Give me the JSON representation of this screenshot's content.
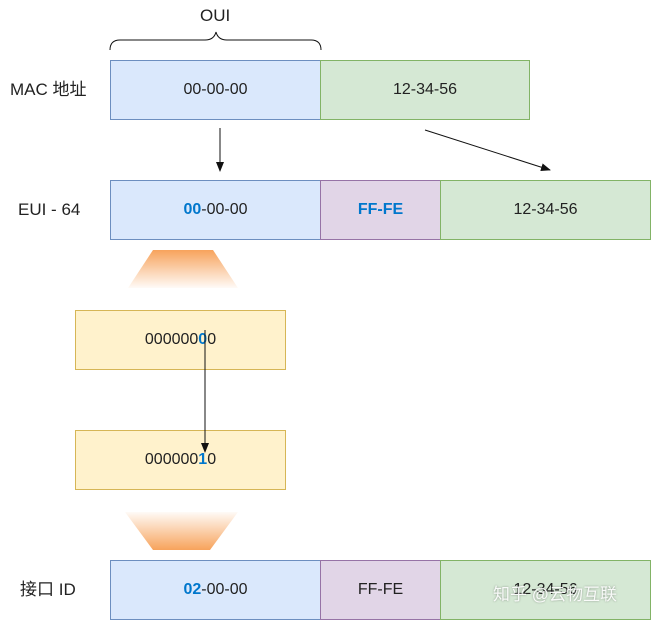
{
  "oui_label": "OUI",
  "rows": {
    "mac": {
      "label": "MAC 地址",
      "oui": "00-00-00",
      "nic": "12-34-56"
    },
    "eui64": {
      "label": "EUI - 64",
      "oui_highlight": "00",
      "oui_rest": "-00-00",
      "insert": "FF-FE",
      "nic": "12-34-56"
    },
    "interface_id": {
      "label": "接口 ID",
      "oui_highlight": "02",
      "oui_rest": "-00-00",
      "insert": "FF-FE",
      "nic": "12-34-56"
    }
  },
  "binary": {
    "before": {
      "prefix": "000000",
      "bit": "0",
      "suffix": "0"
    },
    "after": {
      "prefix": "000000",
      "bit": "1",
      "suffix": "0"
    }
  },
  "watermark": "知乎 @云物互联",
  "colors": {
    "oui_fill": "#dae8fc",
    "oui_border": "#6c8ebf",
    "nic_fill": "#d5e8d4",
    "nic_border": "#82b366",
    "insert_fill": "#e1d5e7",
    "insert_border": "#9673a6",
    "binary_fill": "#fff2cc",
    "binary_border": "#d6b656",
    "highlight_text": "#0077cc",
    "funnel_orange": "#f7a35c"
  }
}
